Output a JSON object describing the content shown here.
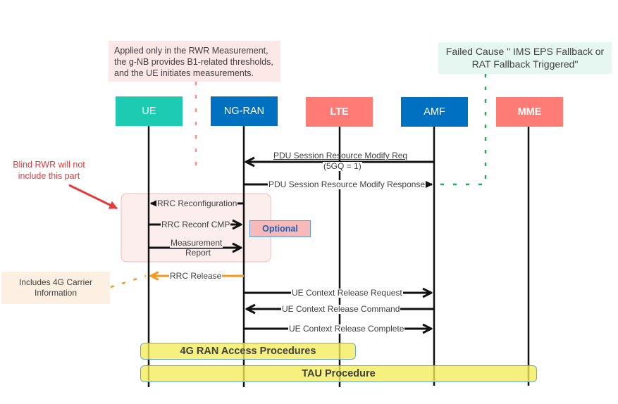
{
  "notes": {
    "rwr_measurement": "Applied only in the RWR Measurement, the g-NB provides B1-related thresholds, and the UE initiates measurements.",
    "failed_cause": "Failed Cause \" IMS EPS Fallback or RAT Fallback Triggered\"",
    "blind_rwr": "Blind RWR will not include this part",
    "carrier_info": "Includes 4G Carrier Information"
  },
  "actors": [
    {
      "id": "ue",
      "label": "UE",
      "color": "#1ccbb2"
    },
    {
      "id": "ngran",
      "label": "NG-RAN",
      "color": "#0070c0"
    },
    {
      "id": "lte",
      "label": "LTE",
      "color": "#ff7c76"
    },
    {
      "id": "amf",
      "label": "AMF",
      "color": "#0070c0"
    },
    {
      "id": "mme",
      "label": "MME",
      "color": "#ff7c76"
    }
  ],
  "messages": [
    {
      "label": "PDU Session Resource Modify Req",
      "sublabel": "(5GQ = 1)",
      "from": "AMF",
      "to": "NG-RAN"
    },
    {
      "label": "PDU Session Resource Modify Response",
      "from": "NG-RAN",
      "to": "AMF"
    },
    {
      "label": "RRC Reconfiguration",
      "from": "NG-RAN",
      "to": "UE"
    },
    {
      "label": "RRC Reconf CMP",
      "from": "UE",
      "to": "NG-RAN"
    },
    {
      "label": "Measurement",
      "sublabel": "Report",
      "from": "UE",
      "to": "NG-RAN"
    },
    {
      "label": "RRC Release",
      "from": "NG-RAN",
      "to": "UE"
    },
    {
      "label": "UE Context Release Request",
      "from": "NG-RAN",
      "to": "AMF"
    },
    {
      "label": "UE Context Release Command",
      "from": "AMF",
      "to": "NG-RAN"
    },
    {
      "label": "UE Context Release Complete",
      "from": "NG-RAN",
      "to": "AMF"
    }
  ],
  "optional_label": "Optional",
  "procedures": [
    {
      "label": "4G RAN Access Procedures"
    },
    {
      "label": "TAU Procedure"
    }
  ],
  "colors": {
    "line": "#111111",
    "release": "#f39a1e",
    "note_connector_red": "#ff8a8a",
    "note_connector_green": "#1ab04f",
    "callout_red": "#e8393d"
  }
}
